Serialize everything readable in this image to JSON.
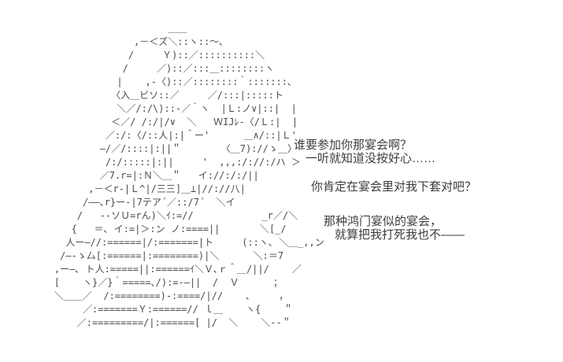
{
  "scene": {
    "background": "#ffffff",
    "art_color": "#4a4a4a",
    "text_color": "#3c3c3c"
  },
  "ascii_art": {
    "art": "                        ＿＿\n                  ,－＜ズ＼::ヽ::～､\n                 /     Ｙ)::／::::::::::＼\n                /     ／)::／:::＿::::::::ヽ\n               |    ,-〈)::／::::::::｀:::::::､\n              〈入＿ビソ::／     ／/:::|:::::ト\n               ＼／/:/\\)::-／｀ヽ  |Ｌ:ノ∨|::|  |\n              ＜／/ /:/|/∨  ＼   ＷIJﾚ-〈/Ｌ:|  |\n             ／:/:〈/::人|:|＾ー'      ＿∧/::|Ｌ'\n            ―/／/::::|:||＂       〈＿7)://ゝ＿〉\n             /:/:::::|:||     '  ,,,:/://:/ハ ＞\n            ／7.r=|:Ｎ＼＿＂   イ://:/:/||\n          ,－＜r-|Ｌ^|/三三]＿⊥|//://八|\n         /――､r}ー-|7テア´／::/7´  ＼イ\n        /   --ソＵ=rん)＼ｲ:=//            _r／/＼\n       {   ＝､ イ:=|＞:ン ノ:====||       ＼[_/\n      人ー―//:======|/:=======|ト     (::ヽ､ ＼＿_,,ン\n     /―‐ゝ厶[:======|:========)|＼      ＼:＝7\n    ,ー―､ ト人:=====||:======ｲ＼Ｖ､ｒ＾＿/||/    ／\n    [    ヽ}／}｀=====､/):=-―||  /  Ｖ      ；\n    ＼＿＿／  /:========)-:====/|//    ､     ，\n         ／:=======Ｙ:======// ｌ＿    ヽ{    ＂\n        ／:=========/|:======[ |/  ＼    ＼--＂"
  },
  "dialogue": {
    "line1": "谁要参加你那宴会啊？",
    "line2": "一听就知道没按好心……",
    "line3": "你肯定在宴会里对我下套对吧？",
    "line4": "那种鸿门宴似的宴会，",
    "line5": "就算把我打死我也不——"
  }
}
